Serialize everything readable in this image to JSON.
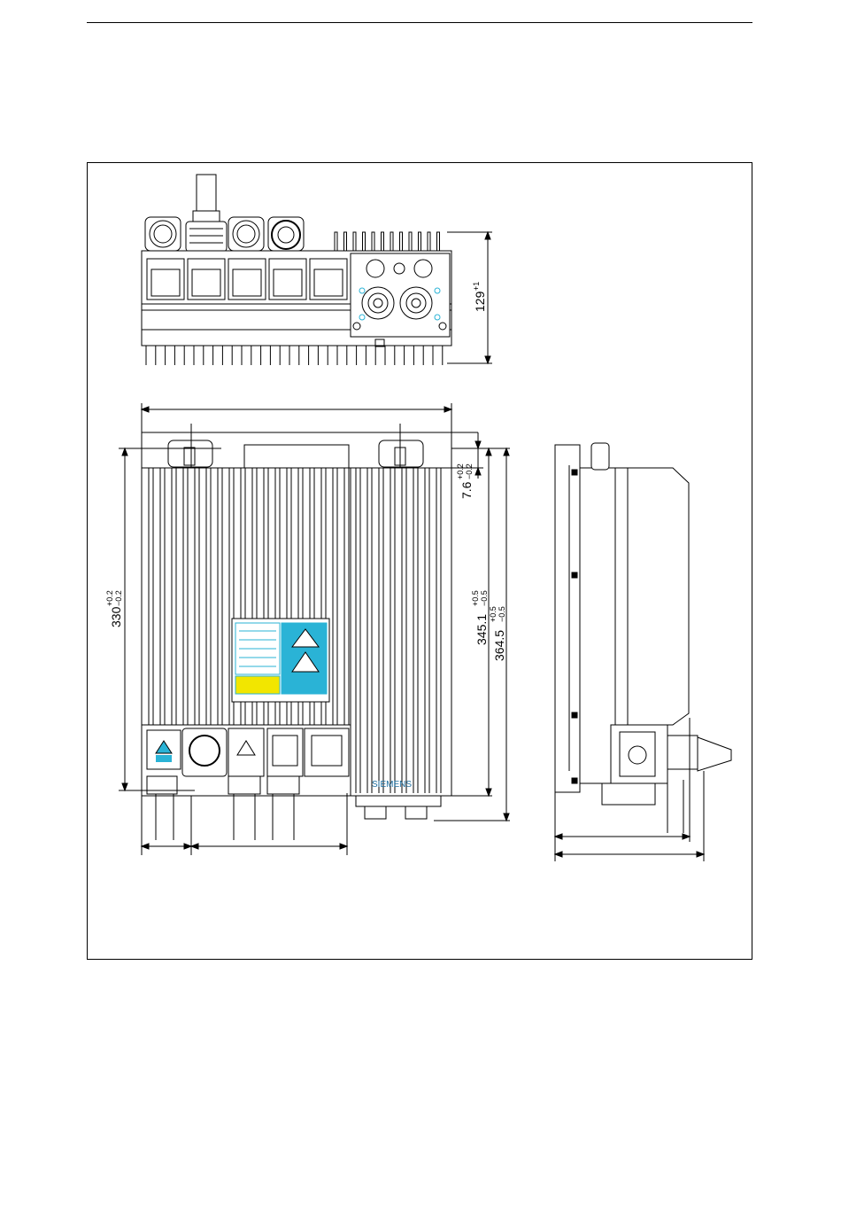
{
  "drawing": {
    "top_view": {
      "height_dim": "129",
      "height_tol": "+1"
    },
    "front_view": {
      "height_dim": "330",
      "height_tol_plus": "+0.2",
      "height_tol_minus": "−0.2",
      "offset_dim": "7.6",
      "offset_tol_plus": "+0.2",
      "offset_tol_minus": "−0.2",
      "body_dim": "345.1",
      "body_tol_plus": "+0.5",
      "body_tol_minus": "−0.5",
      "overall_dim": "364.5",
      "overall_tol_plus": "+0.5",
      "overall_tol_minus": "−0.5",
      "brand_label": "SIEMENS"
    },
    "colors": {
      "line": "#000000",
      "label_cyan": "#2ab3d6",
      "label_yellow": "#f2e600",
      "label_blue": "#1e6fa0"
    }
  }
}
